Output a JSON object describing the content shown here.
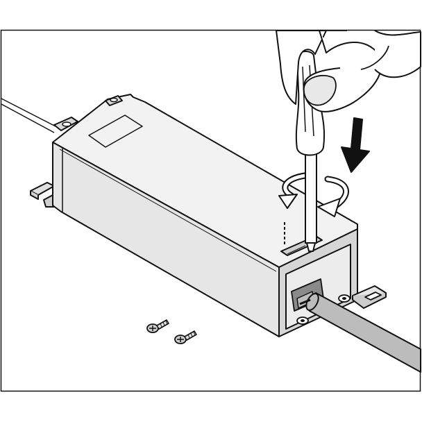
{
  "diagram": {
    "type": "installation-instruction",
    "steps": [
      {
        "action": "press-down",
        "icon": "down-arrow-icon"
      },
      {
        "action": "rotate",
        "icon": "rotation-arrows-icon"
      }
    ],
    "parts": [
      "driver-housing",
      "screwdriver",
      "hand",
      "cable",
      "mounting-screws"
    ],
    "screw_count": 2,
    "colors": {
      "line": "#111111",
      "background": "#ffffff",
      "housing_top": "#f2f2f2",
      "housing_front": "#e4e4e4",
      "housing_side": "#d2d2d2",
      "cable": "#bcbcbc",
      "hand": "#ffffff"
    }
  }
}
